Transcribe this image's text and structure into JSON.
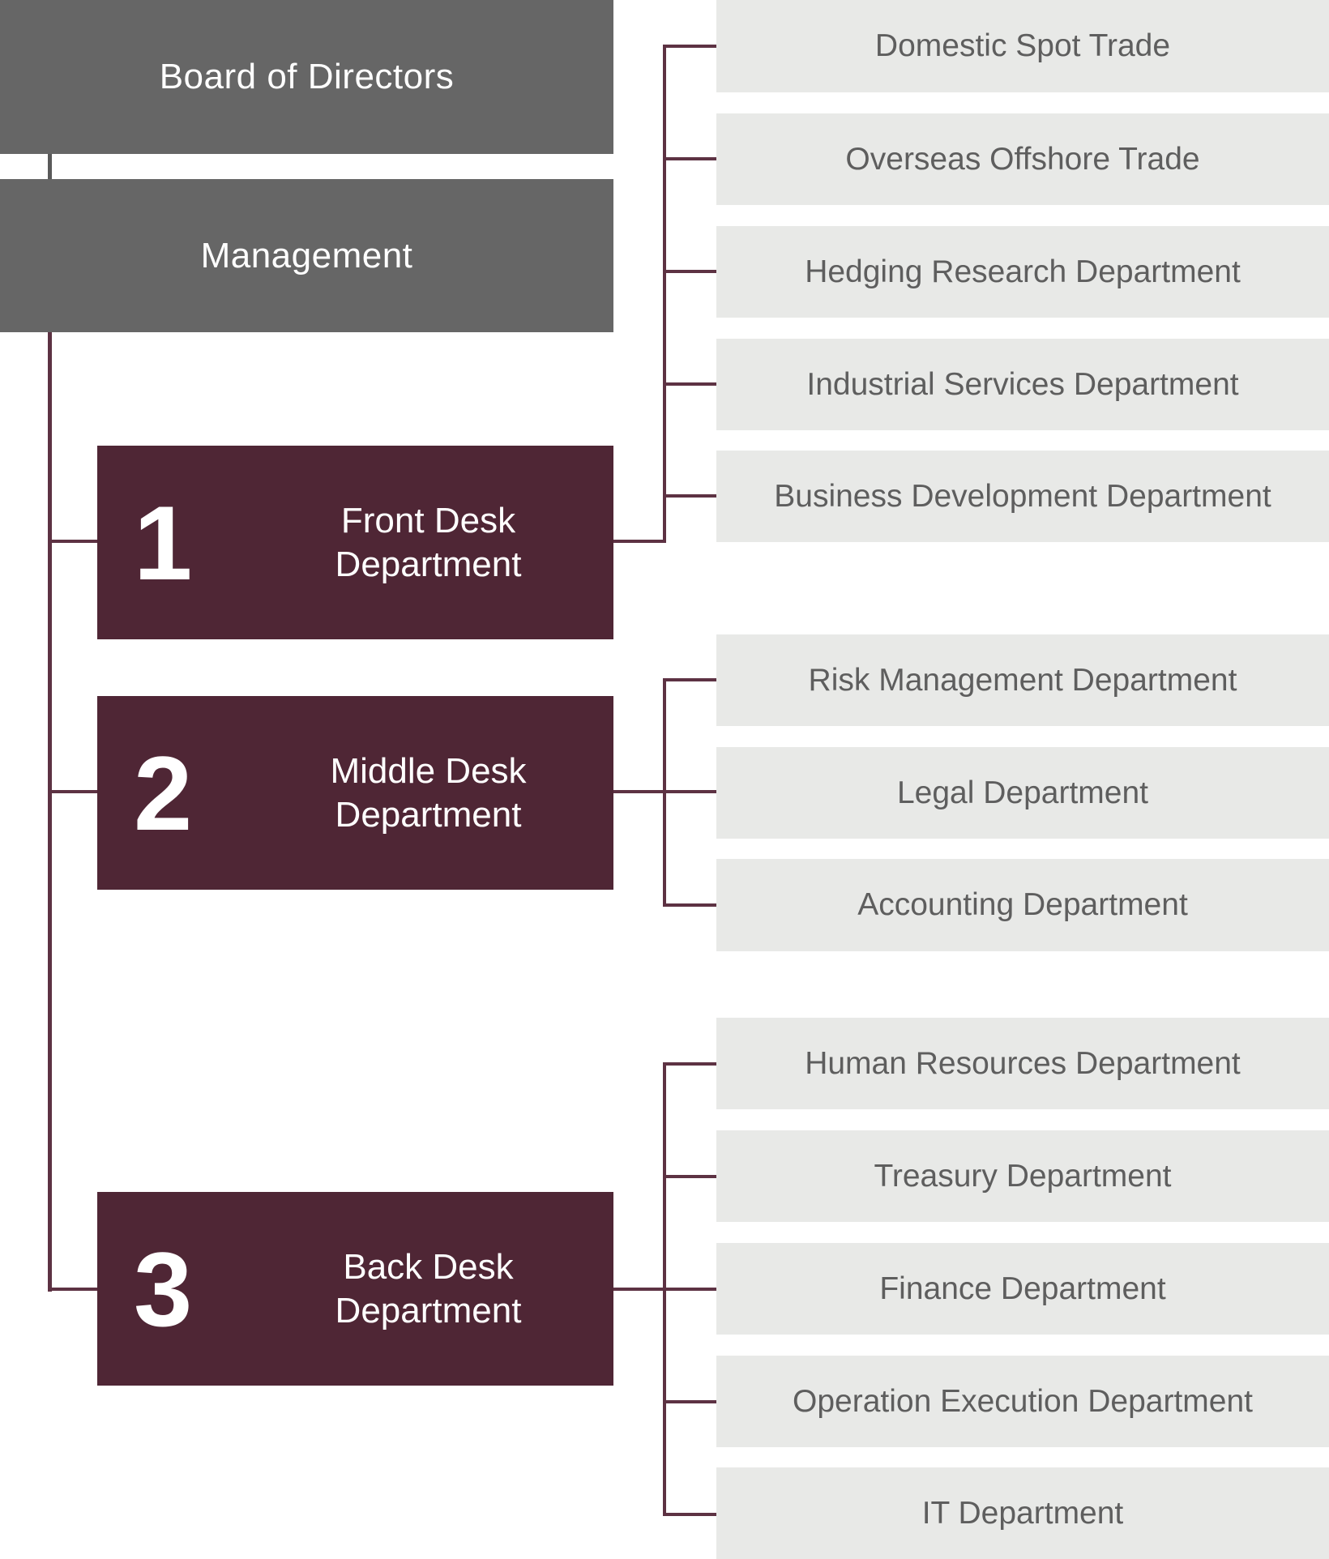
{
  "top": {
    "board": "Board of Directors",
    "management": "Management"
  },
  "departments": [
    {
      "number": "1",
      "line1": "Front Desk",
      "line2": "Department",
      "subs": [
        "Domestic Spot Trade",
        "Overseas Offshore Trade",
        "Hedging Research Department",
        "Industrial Services Department",
        "Business Development Department"
      ]
    },
    {
      "number": "2",
      "line1": "Middle Desk",
      "line2": "Department",
      "subs": [
        "Risk Management Department",
        "Legal Department",
        "Accounting Department"
      ]
    },
    {
      "number": "3",
      "line1": "Back Desk",
      "line2": "Department",
      "subs": [
        "Human Resources Department",
        "Treasury Department",
        "Finance Department",
        "Operation Execution Department",
        "IT Department"
      ]
    }
  ],
  "colors": {
    "top_box": "#666666",
    "department_box": "#4f2635",
    "sub_box": "#e8e9e7",
    "connector": "#5d3243"
  }
}
